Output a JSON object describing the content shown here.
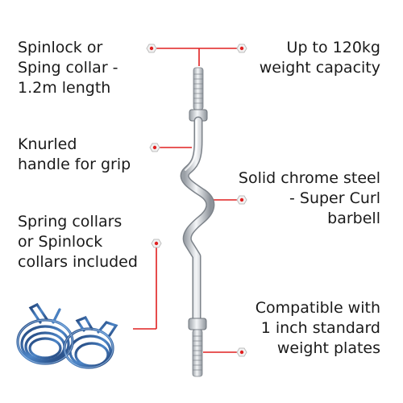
{
  "annotations": {
    "spinlock": [
      "Spinlock or",
      "Sping collar -",
      "1.2m length"
    ],
    "capacity": [
      "Up to 120kg",
      "weight capacity"
    ],
    "knurled": [
      "Knurled",
      "handle for grip"
    ],
    "chrome": [
      "Solid chrome steel",
      "- Super Curl",
      "barbell"
    ],
    "collars": [
      "Spring collars",
      "or Spinlock",
      "collars included"
    ],
    "compatible": [
      "Compatible with",
      "1 inch standard",
      "weight plates"
    ]
  },
  "colors": {
    "text": "#1a1a1a",
    "leader_line": "#e02020",
    "bar_chrome": "#c8ccd0",
    "collar_blue": "#2c5fa0"
  },
  "icons": {
    "marker": "hexagon-nut-icon",
    "bar": "curl-barbell-image",
    "collars": "spring-collars-image"
  }
}
